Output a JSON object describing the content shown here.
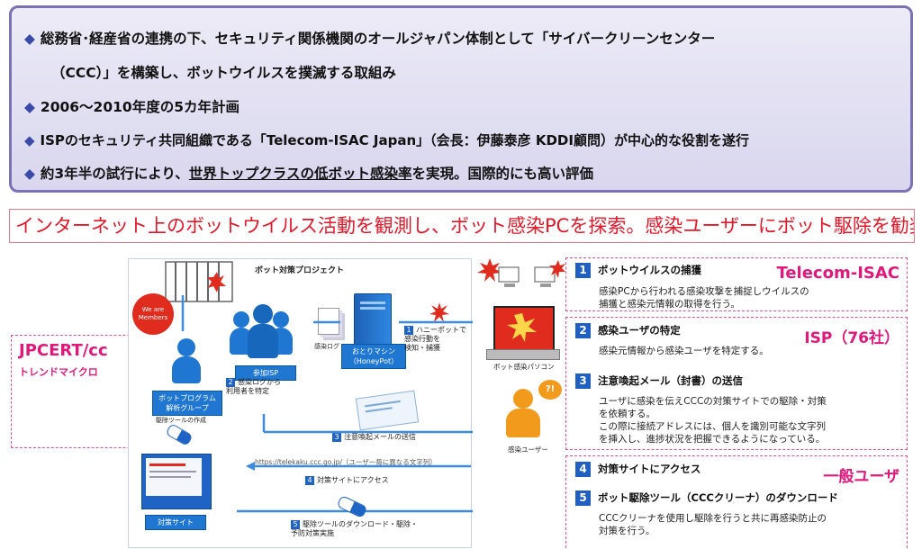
{
  "summary": {
    "bullets": [
      {
        "line1": "総務省･経産省の連携の下、セキュリティ関係機関のオールジャパン体制として「サイバークリーンセンター",
        "line2": "（CCC）」を構築し、ボットウイルスを撲滅する取組み"
      },
      {
        "text": "2006～2010年度の5カ年計画"
      },
      {
        "text": "ISPのセキュリティ共同組織である「Telecom-ISAC Japan」（会長：伊藤泰彦 KDDI顧問）が中心的な役割を遂行"
      },
      {
        "pre": "約3年半の試行により、",
        "underlined": "世界トップクラスの低ボット感染率",
        "post": "を実現。国際的にも高い評価"
      }
    ]
  },
  "headline": "インターネット上のボットウイルス活動を観測し、ボット感染PCを探索。感染ユーザーにボット駆除を勧奨",
  "diagram": {
    "project_title": "ボット対策プロジェクト",
    "stamp": "We are\nMembers",
    "analysis_group": "ボットプログラム\n解析グループ",
    "tool_creation": "駆除ツールの作成",
    "participating_isp": "参加ISP",
    "infection_log": "感染ログ",
    "honeypot": "おとりマシン\n（HoneyPot）",
    "honeypot_note": "ハニーポットで\n感染行動を\n検知・捕獲",
    "step1_num": "1",
    "bot_pc": "ボット感染パソコン",
    "log_identify": "感染ログから\n利用者を特定",
    "step2_num": "2",
    "send_mail": "注意喚起メールの送信",
    "step3_num": "3",
    "infected_user": "感染ユーザー",
    "url_note": "https://telekaku.ccc.go.jp/（ユーザー毎に異なる文字列）",
    "access_site": "対策サイトにアクセス",
    "step4_num": "4",
    "countermeasure_site": "対策サイト",
    "download_tool": "駆除ツールのダウンロード・駆除・\n予防対策実施",
    "step5_num": "5",
    "question_mark": "?!"
  },
  "jpcert": {
    "title": "JPCERT/cc",
    "sub": "トレンドマイクロ"
  },
  "steps": [
    {
      "num": "1",
      "title": "ボットウイルスの捕獲",
      "desc": [
        "感染PCから行われる感染攻撃を捕捉しウイルスの",
        "捕獲と感染元情報の取得を行う。"
      ],
      "org": "Telecom-ISAC"
    },
    {
      "num": "2",
      "title": "感染ユーザの特定",
      "desc": [
        "感染元情報から感染ユーザを特定する。"
      ],
      "org": "ISP（76社）"
    },
    {
      "num": "3",
      "title": "注意喚起メール（封書）の送信",
      "desc": [
        "ユーザに感染を伝えCCCの対策サイトでの駆除・対策",
        "を依頼する。",
        "この際に接続アドレスには、個人を識別可能な文字列",
        "を挿入し、進捗状況を把握できるようになっている。"
      ]
    },
    {
      "num": "4",
      "title": "対策サイトにアクセス",
      "org": "一般ユーザ"
    },
    {
      "num": "5",
      "title": "ボット駆除ツール（CCCクリーナ）のダウンロード",
      "desc": [
        "CCCクリーナを使用し駆除を行うと共に再感染防止の",
        "対策を行う。"
      ]
    }
  ]
}
